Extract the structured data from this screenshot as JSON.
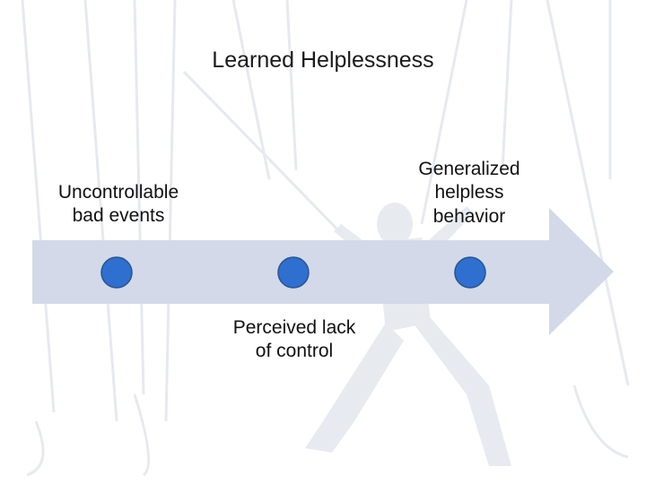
{
  "slide": {
    "title": "Learned Helplessness"
  },
  "timeline": {
    "arrow_color": "#d3d9e8",
    "dot_color": "#2f6fcf",
    "events": [
      {
        "lines": [
          "Uncontrollable",
          "bad events"
        ]
      },
      {
        "lines": [
          "Perceived lack",
          "of control"
        ]
      },
      {
        "lines": [
          "Generalized",
          "helpless",
          "behavior"
        ]
      }
    ]
  },
  "background": {
    "watermark": "faded-figure-on-ropes"
  }
}
